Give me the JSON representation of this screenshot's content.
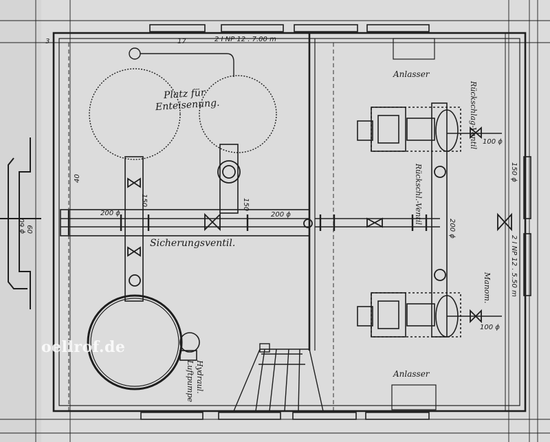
{
  "labels": {
    "ice_area_line1": "Platz für",
    "ice_area_line2": "Enteisenung.",
    "safety_valve": "Sicherungsventil.",
    "starter_top": "Anlasser",
    "starter_bottom": "Anlasser",
    "return_pipe": "Rückschlag-Ventil",
    "suction": "Rückschl.-Ventil",
    "pump_line1": "Hydraul.",
    "pump_line2": "Luftpumpe",
    "pressure": "Manom.",
    "watermark": "oellrof.de"
  },
  "dimensions": {
    "top_width": "2 I NP 12 . 7.00 m",
    "pipe_200_left": "200 ϕ",
    "pipe_200_mid": "200 ϕ",
    "pipe_200_right": "200 ϕ",
    "pipe_150_a": "150",
    "pipe_150_b": "150",
    "pipe_100_top": "100 ϕ",
    "pipe_100_bottom": "100 ϕ",
    "vert_150": "150 ϕ",
    "side_dim_right": "2 I NP 12 . 5.50 m",
    "height_40": "40",
    "height_17": "17",
    "height_3": "3",
    "left_small_a": "ϕ 60",
    "left_small_b": "09"
  },
  "colors": {
    "paper": "#dadada",
    "ink": "#1e1e1e"
  }
}
